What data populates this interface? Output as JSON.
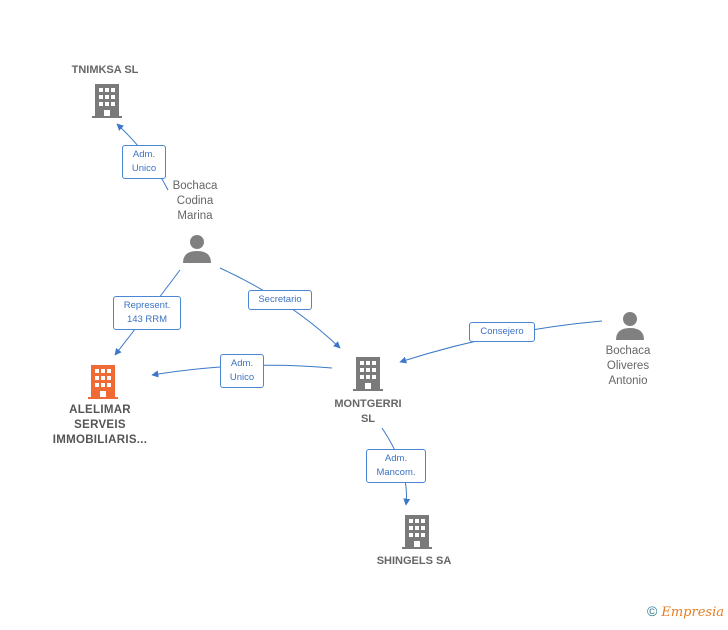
{
  "nodes": {
    "tnimksa": {
      "label": "TNIMKSA SL"
    },
    "bochaca_marina": {
      "label": "Bochaca\nCodina\nMarina"
    },
    "alelimar": {
      "label": "ALELIMAR\nSERVEIS\nIMMOBILIARIS..."
    },
    "montgerri": {
      "label": "MONTGERRI\nSL"
    },
    "bochaca_antonio": {
      "label": "Bochaca\nOliveres\nAntonio"
    },
    "shingels": {
      "label": "SHINGELS SA"
    }
  },
  "edges": {
    "e1": {
      "label": "Adm.\nUnico"
    },
    "e2": {
      "label": "Represent.\n143 RRM"
    },
    "e3": {
      "label": "Secretario"
    },
    "e4": {
      "label": "Adm.\nUnico"
    },
    "e5": {
      "label": "Consejero"
    },
    "e6": {
      "label": "Adm.\nMancom."
    }
  },
  "colors": {
    "edge": "#3b78c9",
    "company_icon": "#7a7a7a",
    "primary_icon": "#f06a35",
    "person_icon": "#808080"
  },
  "footer": {
    "copyright": "©",
    "brand": "Empresia"
  }
}
